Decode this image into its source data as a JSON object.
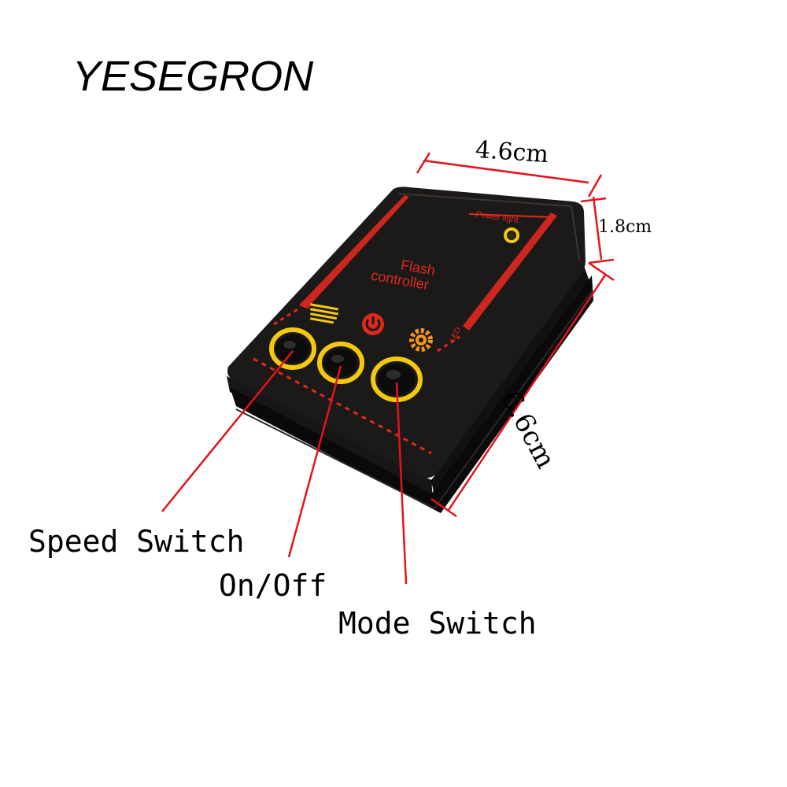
{
  "brand": "YESEGRON",
  "device": {
    "title_line1": "Flash",
    "title_line2": "controller",
    "power_label": "Power light",
    "side_label_left": "LED",
    "side_label_right": "LED",
    "body_color": "#1c1a19",
    "accent_red": "#e0281f",
    "accent_yellow": "#f2c811"
  },
  "dimensions": {
    "width": "4.6cm",
    "height": "1.8cm",
    "length": "6.6cm"
  },
  "callouts": {
    "speed": "Speed Switch",
    "onoff": "On/Off",
    "mode": "Mode Switch"
  }
}
